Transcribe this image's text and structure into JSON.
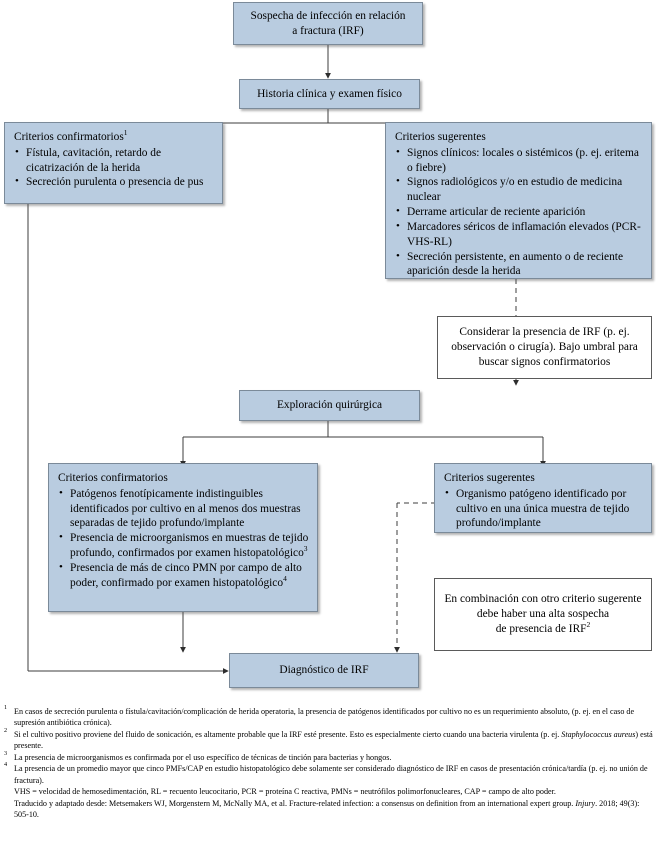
{
  "meta": {
    "title": "Algoritmo diagnóstico de infección en relación a fractura (IRF)",
    "box_fill": "#b9cce0",
    "box_border": "#7b8a99",
    "line_color": "#3c3c3c"
  },
  "nodes": {
    "suspicion": {
      "line1": "Sospecha de infección en relación",
      "line2": "a fractura (IRF)"
    },
    "history": {
      "label": "Historia clínica y examen físico"
    },
    "confirmatory_clinical": {
      "header": "Criterios confirmatorios",
      "header_sup": "1",
      "items": [
        "Fístula, cavitación, retardo de cicatrización de la herida",
        "Secreción purulenta o presencia de pus"
      ]
    },
    "suggestive_clinical": {
      "header": "Criterios sugerentes",
      "items": [
        "Signos clínicos: locales o sistémicos (p. ej. eritema o fiebre)",
        "Signos radiológicos y/o en estudio de medicina nuclear",
        "Derrame articular de reciente aparición",
        "Marcadores séricos de inflamación elevados (PCR-VHS-RL)",
        "Secreción persistente, en aumento o de reciente aparición desde la herida"
      ]
    },
    "consider_note": {
      "line1": "Considerar la presencia de IRF (p. ej.",
      "line2": "observación o cirugía). Bajo umbral para",
      "line3": "buscar signos confirmatorios"
    },
    "surgery": {
      "label": "Exploración quirúrgica"
    },
    "confirmatory_surgical": {
      "header": "Criterios confirmatorios",
      "items": [
        {
          "text": "Patógenos fenotípicamente indistinguibles identificados por cultivo en al menos dos muestras separadas de tejido profundo/implante",
          "sup": ""
        },
        {
          "text": "Presencia de microorganismos en muestras de tejido profundo, confirmados por examen histopatológico",
          "sup": "3"
        },
        {
          "text": "Presencia de más de cinco PMN por campo de alto poder, confirmado por examen histopatológico",
          "sup": "4"
        }
      ]
    },
    "suggestive_surgical": {
      "header": "Criterios sugerentes",
      "items": [
        "Organismo patógeno identificado por cultivo en una única muestra de tejido profundo/implante"
      ]
    },
    "combination_note": {
      "line1": "En combinación con otro criterio sugerente",
      "line2": "debe haber una alta sospecha",
      "line3": "de presencia de IRF",
      "sup": "2"
    },
    "diagnosis": {
      "label": "Diagnóstico de IRF"
    }
  },
  "footnotes": [
    {
      "marker": "1",
      "text": "En casos de secreción purulenta o fístula/cavitación/complicación de herida operatoria, la presencia de patógenos identificados por cultivo no es un requerimiento absoluto, (p. ej. en el caso de supresión antibiótica crónica)."
    },
    {
      "marker": "2",
      "text_before": "Si el cultivo positivo proviene del fluido de sonicación, es altamente probable que la IRF esté presente. Esto es especialmente cierto cuando una bacteria virulenta (p. ej. ",
      "italic": "Staphylococcus aureus",
      "text_after": ") está presente."
    },
    {
      "marker": "3",
      "text": "La presencia de microorganismos es confirmada por el uso específico de técnicas de tinción para bacterias y hongos."
    },
    {
      "marker": "4",
      "text": "La presencia de un promedio mayor que cinco PMFs/CAP en estudio histopatológico debe solamente ser considerado diagnóstico de IRF en casos de presentación crónica/tardía (p. ej. no unión de fractura)."
    }
  ],
  "legend": {
    "abbreviations": "VHS = velocidad de hemosedimentación, RL = recuento leucocitario, PCR = proteína C reactiva, PMNs = neutrófilos polimorfonucleares, CAP = campo de alto poder.",
    "source_before": "Traducido y adaptado desde: Metsemakers WJ, Morgenstern M, McNally MA, et al. Fracture-related infection: a consensus on definition from an international expert group. ",
    "source_italic": "Injury",
    "source_after": ". 2018; 49(3): 505-10."
  }
}
